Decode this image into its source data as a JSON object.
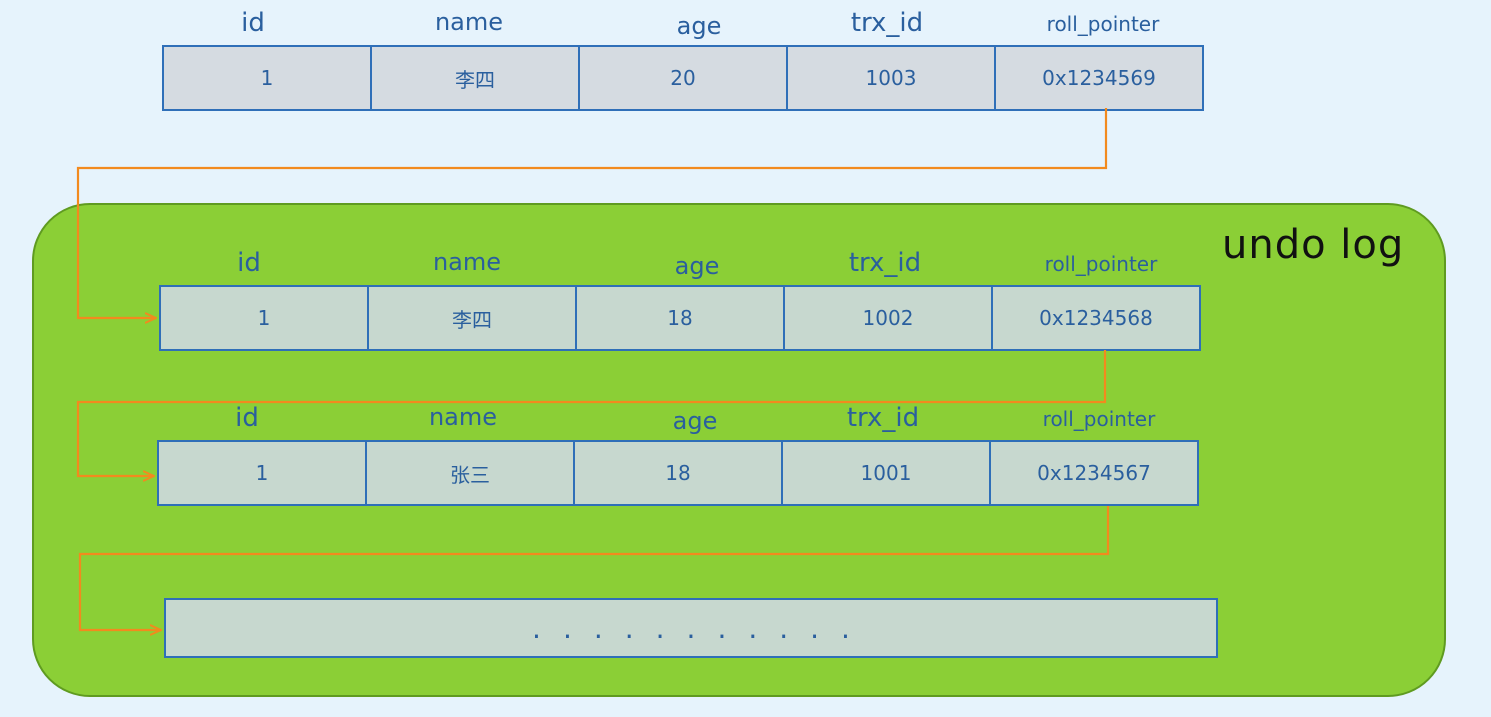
{
  "columns": [
    "id",
    "name",
    "age",
    "trx_id",
    "roll_pointer"
  ],
  "current_row": [
    "1",
    "李四",
    "20",
    "1003",
    "0x1234569"
  ],
  "undo_log": {
    "label": "undo log",
    "rows": [
      [
        "1",
        "李四",
        "18",
        "1002",
        "0x1234568"
      ],
      [
        "1",
        "张三",
        "18",
        "1001",
        "0x1234567"
      ]
    ],
    "ellipsis": "...........",
    "panel_color": "#8bcf36"
  },
  "colors": {
    "background": "#e6f3fc",
    "cell_border": "#2f6fb8",
    "text": "#2a5f9e",
    "arrow": "#f28a1e"
  }
}
